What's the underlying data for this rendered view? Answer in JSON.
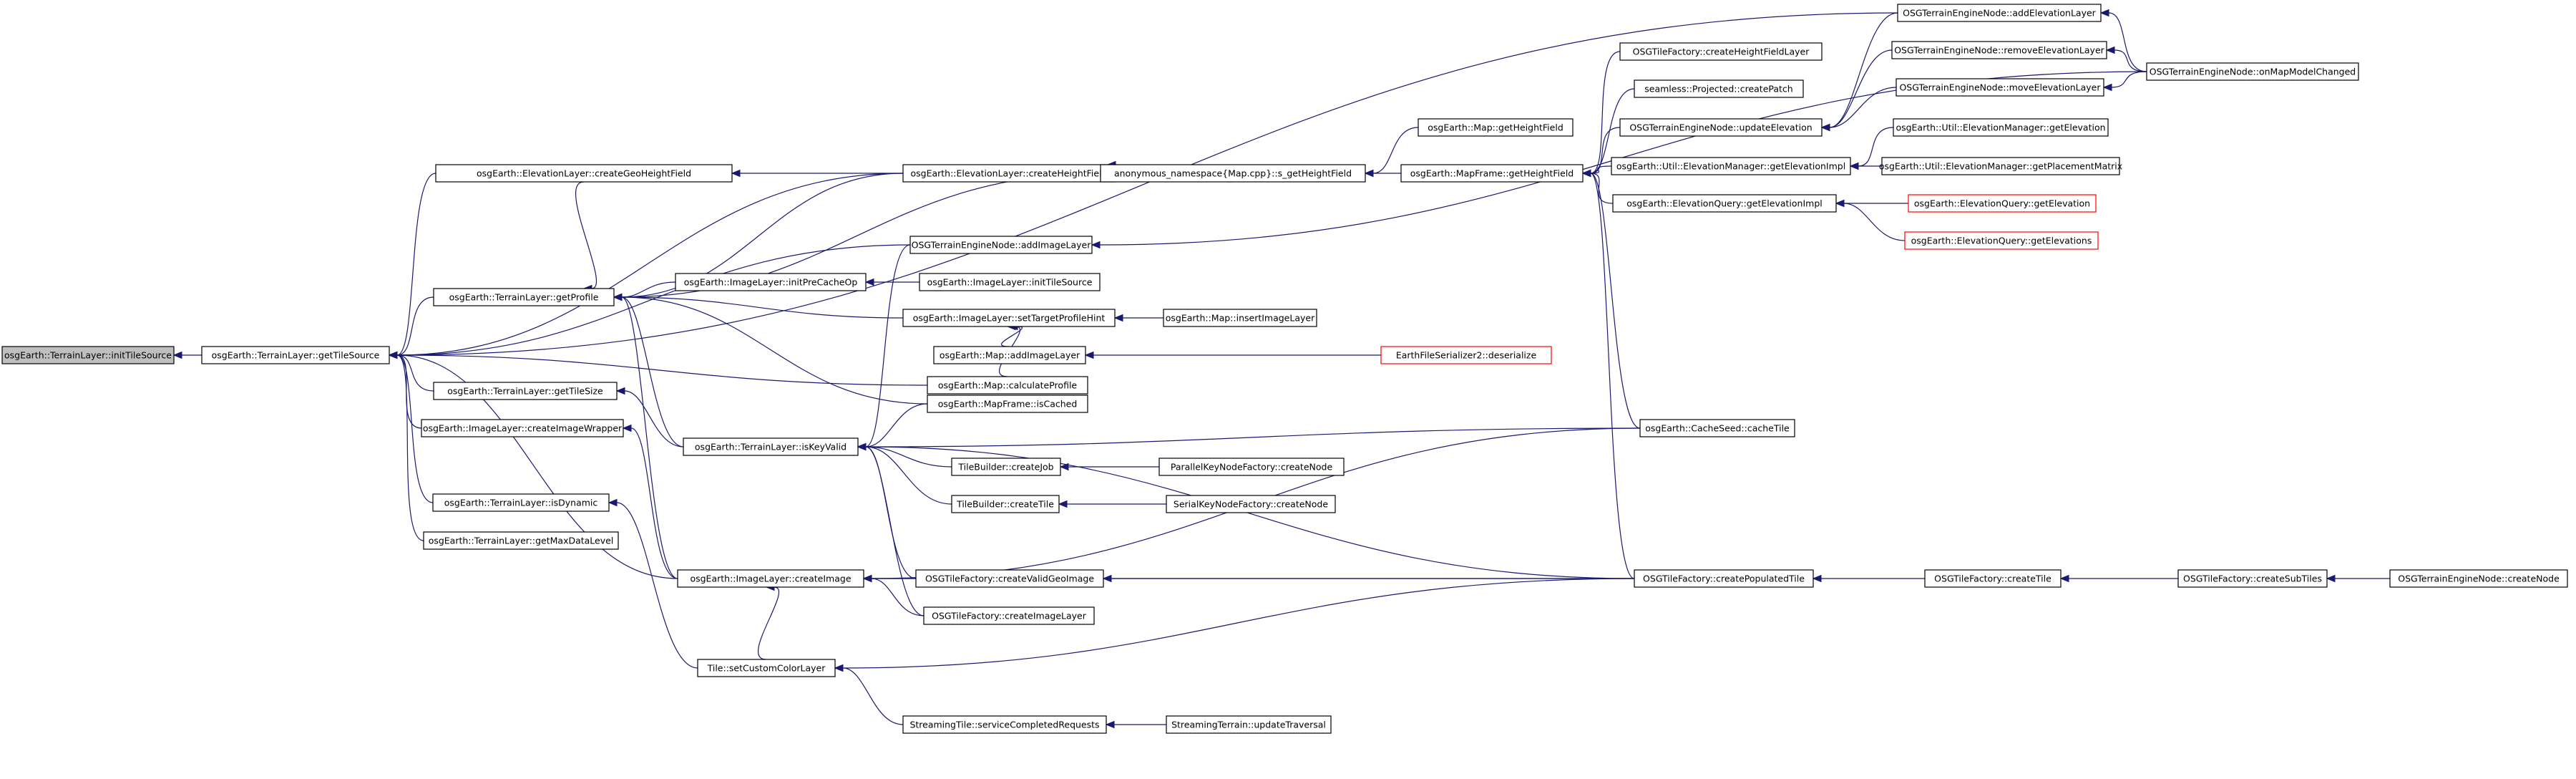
{
  "colors": {
    "edge": "#191970",
    "box_border": "#000000",
    "box_fill": "#ffffff",
    "root_fill": "#bfbfbf",
    "truncated_border": "#ff0000"
  },
  "nodes": [
    {
      "id": "initTileSource",
      "label": "osgEarth::TerrainLayer::initTileSource",
      "style": "root"
    },
    {
      "id": "getTileSource",
      "label": "osgEarth::TerrainLayer::getTileSource"
    },
    {
      "id": "createGeoHeightField",
      "label": "osgEarth::ElevationLayer::createGeoHeightField"
    },
    {
      "id": "getProfile",
      "label": "osgEarth::TerrainLayer::getProfile"
    },
    {
      "id": "getTileSize",
      "label": "osgEarth::TerrainLayer::getTileSize"
    },
    {
      "id": "createImageWrapper",
      "label": "osgEarth::ImageLayer::createImageWrapper"
    },
    {
      "id": "isDynamic",
      "label": "osgEarth::TerrainLayer::isDynamic"
    },
    {
      "id": "getMaxDataLevel",
      "label": "osgEarth::TerrainLayer::getMaxDataLevel"
    },
    {
      "id": "initPreCacheOp",
      "label": "osgEarth::ImageLayer::initPreCacheOp"
    },
    {
      "id": "isKeyValid",
      "label": "osgEarth::TerrainLayer::isKeyValid"
    },
    {
      "id": "createImage",
      "label": "osgEarth::ImageLayer::createImage"
    },
    {
      "id": "setCustomColorLayer",
      "label": "Tile::setCustomColorLayer"
    },
    {
      "id": "createHeightField",
      "label": "osgEarth::ElevationLayer::createHeightField"
    },
    {
      "id": "addImageLayer",
      "label": "OSGTerrainEngineNode::addImageLayer"
    },
    {
      "id": "initTileSourceIL",
      "label": "osgEarth::ImageLayer::initTileSource"
    },
    {
      "id": "setTargetProfileHint",
      "label": "osgEarth::ImageLayer::setTargetProfileHint"
    },
    {
      "id": "mapAddImageLayer",
      "label": "osgEarth::Map::addImageLayer"
    },
    {
      "id": "isCached",
      "label": "osgEarth::MapFrame::isCached"
    },
    {
      "id": "calculateProfile",
      "label": "osgEarth::Map::calculateProfile"
    },
    {
      "id": "createJob",
      "label": "TileBuilder::createJob"
    },
    {
      "id": "createTile",
      "label": "TileBuilder::createTile"
    },
    {
      "id": "createValidGeoImage",
      "label": "OSGTileFactory::createValidGeoImage"
    },
    {
      "id": "createImageLayer",
      "label": "OSGTileFactory::createImageLayer"
    },
    {
      "id": "serviceCompletedRequests",
      "label": "StreamingTile::serviceCompletedRequests"
    },
    {
      "id": "sGetHeightField",
      "label": "anonymous_namespace{Map.cpp}::s_getHeightField"
    },
    {
      "id": "insertImageLayer",
      "label": "osgEarth::Map::insertImageLayer"
    },
    {
      "id": "deserialize",
      "label": "EarthFileSerializer2::deserialize",
      "style": "truncated"
    },
    {
      "id": "parallelCreateNode",
      "label": "ParallelKeyNodeFactory::createNode"
    },
    {
      "id": "serialCreateNode",
      "label": "SerialKeyNodeFactory::createNode"
    },
    {
      "id": "updateTraversal",
      "label": "StreamingTerrain::updateTraversal"
    },
    {
      "id": "mapGetHeightField",
      "label": "osgEarth::Map::getHeightField"
    },
    {
      "id": "mapFrameGetHeightField",
      "label": "osgEarth::MapFrame::getHeightField"
    },
    {
      "id": "createHeightFieldLayer",
      "label": "OSGTileFactory::createHeightFieldLayer"
    },
    {
      "id": "createPatch",
      "label": "seamless::Projected::createPatch"
    },
    {
      "id": "updateElevation",
      "label": "OSGTerrainEngineNode::updateElevation"
    },
    {
      "id": "getElevationImpl",
      "label": "osgEarth::Util::ElevationManager::getElevationImpl"
    },
    {
      "id": "eqGetElevationImpl",
      "label": "osgEarth::ElevationQuery::getElevationImpl"
    },
    {
      "id": "cacheTile",
      "label": "osgEarth::CacheSeed::cacheTile"
    },
    {
      "id": "createPopulatedTile",
      "label": "OSGTileFactory::createPopulatedTile"
    },
    {
      "id": "addElevationLayer",
      "label": "OSGTerrainEngineNode::addElevationLayer"
    },
    {
      "id": "removeElevationLayer",
      "label": "OSGTerrainEngineNode::removeElevationLayer"
    },
    {
      "id": "moveElevationLayer",
      "label": "OSGTerrainEngineNode::moveElevationLayer"
    },
    {
      "id": "emGetElevation",
      "label": "osgEarth::Util::ElevationManager::getElevation"
    },
    {
      "id": "getPlacementMatrix",
      "label": "osgEarth::Util::ElevationManager::getPlacementMatrix"
    },
    {
      "id": "eqGetElevation",
      "label": "osgEarth::ElevationQuery::getElevation",
      "style": "truncated"
    },
    {
      "id": "eqGetElevations",
      "label": "osgEarth::ElevationQuery::getElevations",
      "style": "truncated"
    },
    {
      "id": "onMapModelChanged",
      "label": "OSGTerrainEngineNode::onMapModelChanged"
    },
    {
      "id": "createTileOSG",
      "label": "OSGTileFactory::createTile"
    },
    {
      "id": "createSubTiles",
      "label": "OSGTileFactory::createSubTiles"
    },
    {
      "id": "createNode",
      "label": "OSGTerrainEngineNode::createNode"
    }
  ],
  "edges": [
    [
      "getTileSource",
      "initTileSource"
    ],
    [
      "createGeoHeightField",
      "getTileSource"
    ],
    [
      "getProfile",
      "getTileSource"
    ],
    [
      "getTileSize",
      "getTileSource"
    ],
    [
      "createImageWrapper",
      "getTileSource"
    ],
    [
      "isDynamic",
      "getTileSource"
    ],
    [
      "getMaxDataLevel",
      "getTileSource"
    ],
    [
      "createImage",
      "getTileSource"
    ],
    [
      "createHeightField",
      "getTileSource"
    ],
    [
      "addImageLayer",
      "getTileSource"
    ],
    [
      "calculateProfile",
      "getTileSource"
    ],
    [
      "addElevationLayer",
      "getTileSource"
    ],
    [
      "createHeightField",
      "createGeoHeightField"
    ],
    [
      "createGeoHeightField",
      "getProfile"
    ],
    [
      "createHeightField",
      "getProfile"
    ],
    [
      "initPreCacheOp",
      "getProfile"
    ],
    [
      "isKeyValid",
      "getProfile"
    ],
    [
      "createImage",
      "getProfile"
    ],
    [
      "isCached",
      "getProfile"
    ],
    [
      "sGetHeightField",
      "getProfile"
    ],
    [
      "setTargetProfileHint",
      "getProfile"
    ],
    [
      "isKeyValid",
      "getTileSize"
    ],
    [
      "createImage",
      "createImageWrapper"
    ],
    [
      "setCustomColorLayer",
      "isDynamic"
    ],
    [
      "initTileSourceIL",
      "initPreCacheOp"
    ],
    [
      "isCached",
      "isKeyValid"
    ],
    [
      "createJob",
      "isKeyValid"
    ],
    [
      "createTile",
      "isKeyValid"
    ],
    [
      "createValidGeoImage",
      "isKeyValid"
    ],
    [
      "createImageLayer",
      "isKeyValid"
    ],
    [
      "cacheTile",
      "isKeyValid"
    ],
    [
      "createPopulatedTile",
      "isKeyValid"
    ],
    [
      "addImageLayer",
      "isKeyValid"
    ],
    [
      "createValidGeoImage",
      "createImage"
    ],
    [
      "createImageLayer",
      "createImage"
    ],
    [
      "cacheTile",
      "createImage"
    ],
    [
      "createPopulatedTile",
      "createImage"
    ],
    [
      "setCustomColorLayer",
      "createImage"
    ],
    [
      "serviceCompletedRequests",
      "setCustomColorLayer"
    ],
    [
      "createPopulatedTile",
      "setCustomColorLayer"
    ],
    [
      "sGetHeightField",
      "createHeightField"
    ],
    [
      "onMapModelChanged",
      "addImageLayer"
    ],
    [
      "insertImageLayer",
      "setTargetProfileHint"
    ],
    [
      "mapAddImageLayer",
      "setTargetProfileHint"
    ],
    [
      "calculateProfile",
      "setTargetProfileHint"
    ],
    [
      "deserialize",
      "mapAddImageLayer"
    ],
    [
      "parallelCreateNode",
      "createJob"
    ],
    [
      "serialCreateNode",
      "createTile"
    ],
    [
      "createPopulatedTile",
      "createValidGeoImage"
    ],
    [
      "updateTraversal",
      "serviceCompletedRequests"
    ],
    [
      "mapGetHeightField",
      "sGetHeightField"
    ],
    [
      "mapFrameGetHeightField",
      "sGetHeightField"
    ],
    [
      "createHeightFieldLayer",
      "mapFrameGetHeightField"
    ],
    [
      "createPatch",
      "mapFrameGetHeightField"
    ],
    [
      "updateElevation",
      "mapFrameGetHeightField"
    ],
    [
      "getElevationImpl",
      "mapFrameGetHeightField"
    ],
    [
      "eqGetElevationImpl",
      "mapFrameGetHeightField"
    ],
    [
      "cacheTile",
      "mapFrameGetHeightField"
    ],
    [
      "createPopulatedTile",
      "mapFrameGetHeightField"
    ],
    [
      "addElevationLayer",
      "updateElevation"
    ],
    [
      "removeElevationLayer",
      "updateElevation"
    ],
    [
      "moveElevationLayer",
      "updateElevation"
    ],
    [
      "emGetElevation",
      "getElevationImpl"
    ],
    [
      "getPlacementMatrix",
      "getElevationImpl"
    ],
    [
      "eqGetElevation",
      "eqGetElevationImpl"
    ],
    [
      "eqGetElevations",
      "eqGetElevationImpl"
    ],
    [
      "onMapModelChanged",
      "addElevationLayer"
    ],
    [
      "onMapModelChanged",
      "removeElevationLayer"
    ],
    [
      "onMapModelChanged",
      "moveElevationLayer"
    ],
    [
      "createTileOSG",
      "createPopulatedTile"
    ],
    [
      "createSubTiles",
      "createTileOSG"
    ],
    [
      "createNode",
      "createSubTiles"
    ]
  ]
}
